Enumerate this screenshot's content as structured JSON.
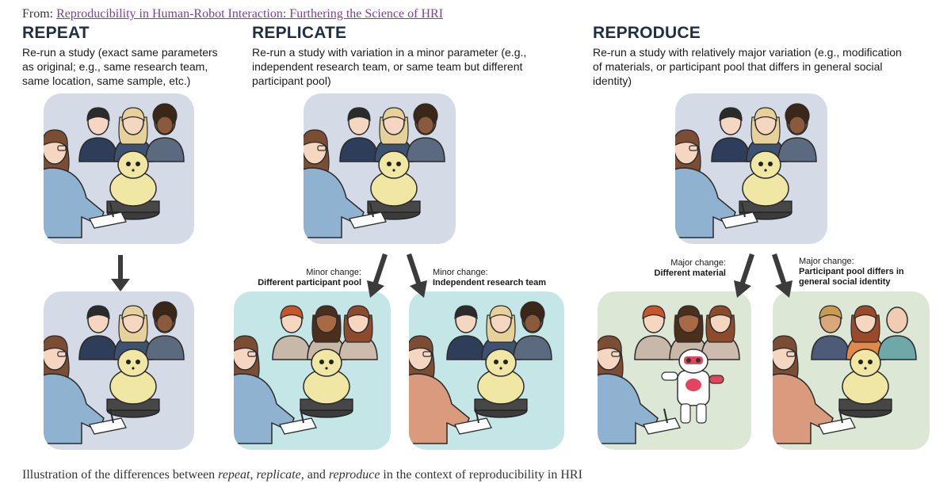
{
  "header": {
    "from_label": "From:",
    "link_text": "Reproducibility in Human-Robot Interaction: Furthering the Science of HRI"
  },
  "columns": [
    {
      "title": "REPEAT",
      "desc_lines": [
        "Re-run a study (exact same parameters",
        "as original; e.g., same research team,",
        "same location, same sample, etc.)"
      ]
    },
    {
      "title": "REPLICATE",
      "desc_lines": [
        "Re-run a study with variation in a minor parameter (e.g.,",
        "independent research team, or same team but different",
        "participant pool)"
      ]
    },
    {
      "title": "REPRODUCE",
      "desc_lines": [
        "Re-run a study with relatively major variation (e.g., modification",
        "of materials, or participant pool that differs in general social",
        "identity)"
      ]
    }
  ],
  "changes": [
    {
      "kind": "Minor change:",
      "detail_lines": [
        "Different  participant  pool"
      ]
    },
    {
      "kind": "Minor change:",
      "detail_lines": [
        "Independent research team"
      ]
    },
    {
      "kind": "Major change:",
      "detail_lines": [
        "Different material"
      ]
    },
    {
      "kind": "Major change:",
      "detail_lines": [
        "Participant pool differs in",
        "general social identity"
      ]
    }
  ],
  "caption": {
    "prefix": "Illustration of the differences between ",
    "term1": "repeat",
    "sep1": ", ",
    "term2": "replicate",
    "sep2": ", and ",
    "term3": "reproduce",
    "suffix": " in the context of reproducibility in HRI"
  },
  "colors": {
    "panel_gray": "#d5dbe6",
    "panel_teal": "#c5e6e6",
    "panel_green": "#dce8d5",
    "title": "#1f3046",
    "link": "#7a3e9d"
  }
}
